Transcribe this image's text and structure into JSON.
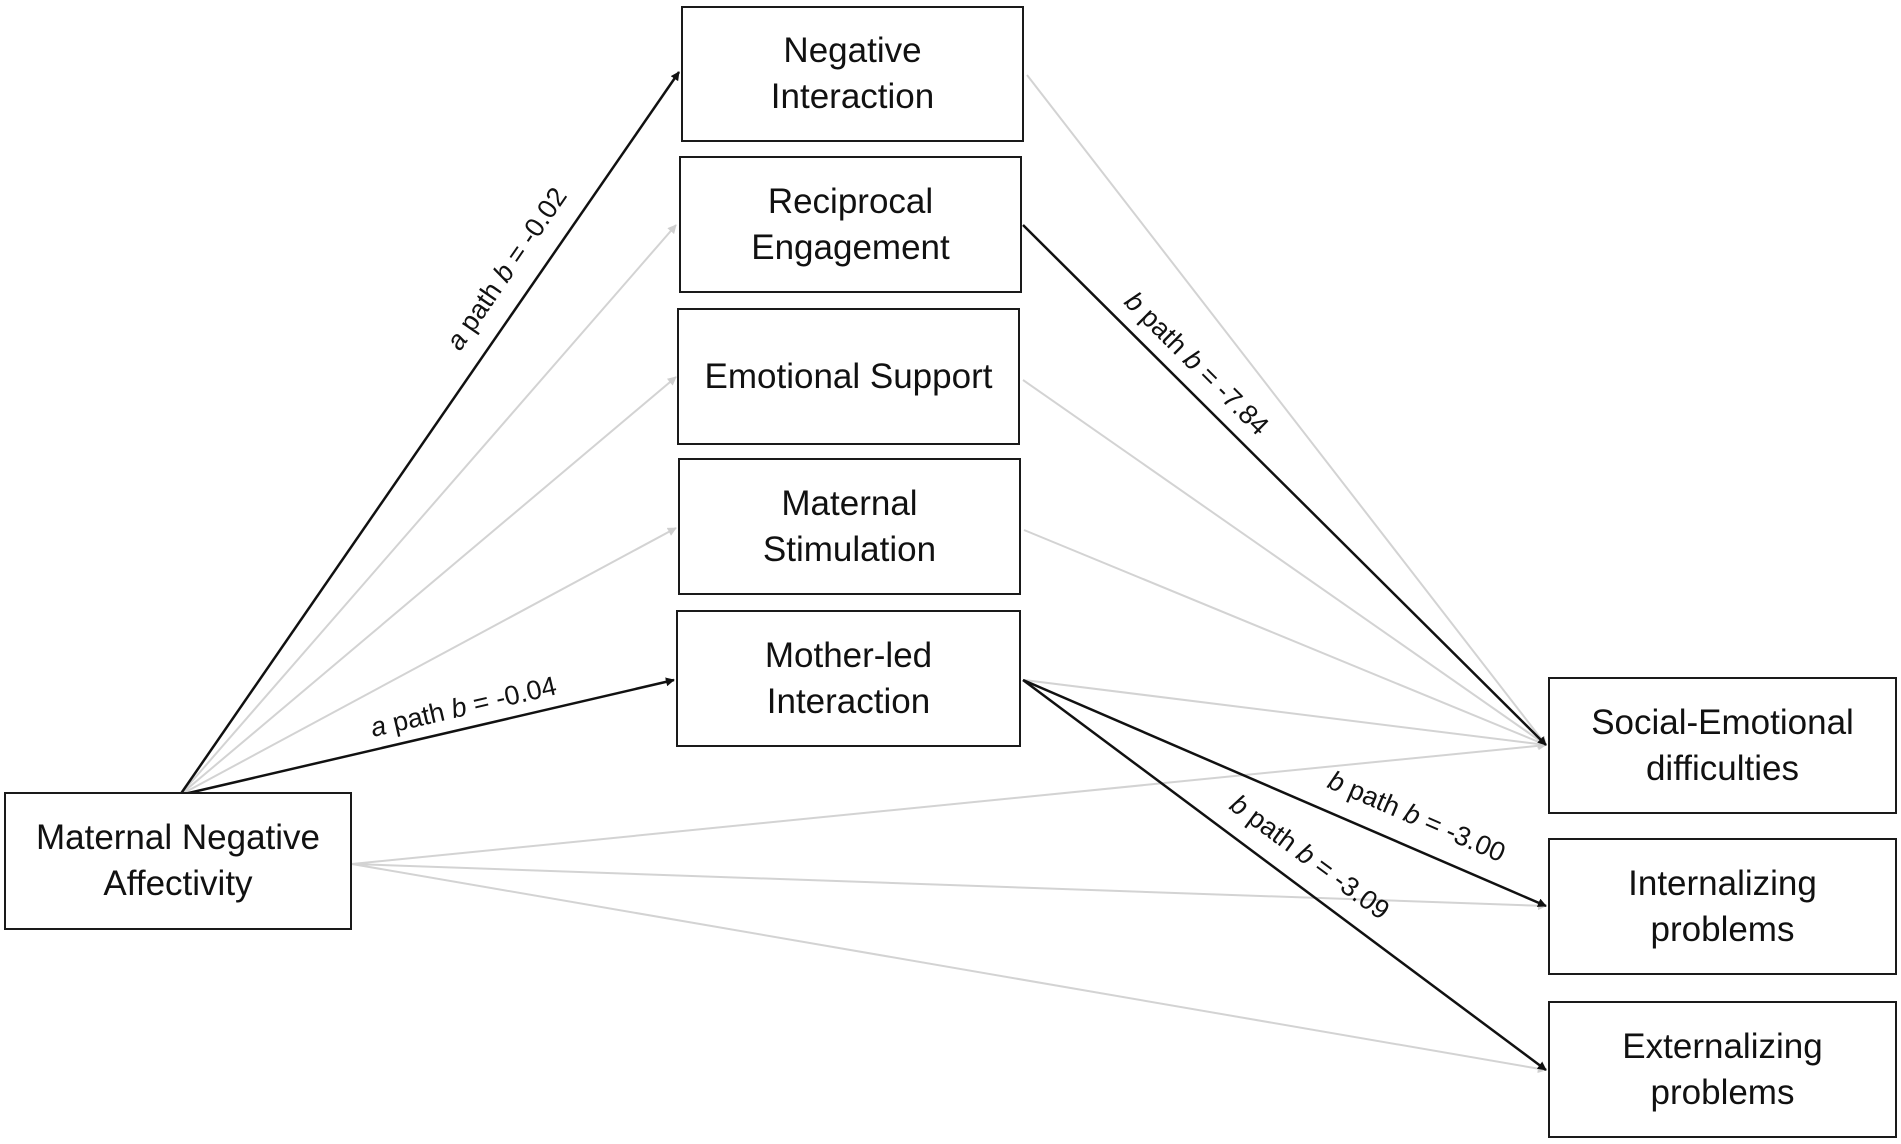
{
  "diagram": {
    "predictor": {
      "label": "Maternal Negative\nAffectivity"
    },
    "mediators": [
      {
        "label": "Negative\nInteraction"
      },
      {
        "label": "Reciprocal\nEngagement"
      },
      {
        "label": "Emotional Support"
      },
      {
        "label": "Maternal\nStimulation"
      },
      {
        "label": "Mother-led\nInteraction"
      }
    ],
    "outcomes": [
      {
        "label": "Social-Emotional\ndifficulties"
      },
      {
        "label": "Internalizing\nproblems"
      },
      {
        "label": "Externalizing\nproblems"
      }
    ],
    "paths": {
      "a_negative": {
        "letter": "a",
        "text": " path ",
        "coef": "b",
        "value": " = -0.02"
      },
      "a_mother": {
        "letter": "a",
        "text": " path ",
        "coef": "b",
        "value": " = -0.04"
      },
      "b_recip_sed": {
        "letter": "b",
        "text": " path ",
        "coef": "b",
        "value": " = -7.84"
      },
      "b_mother_int": {
        "letter": "b",
        "text": " path ",
        "coef": "b",
        "value": " = -3.00"
      },
      "b_mother_ext": {
        "letter": "b",
        "text": " path ",
        "coef": "b",
        "value": " = -3.09"
      }
    },
    "colors": {
      "significant": "#111111",
      "nonsignificant": "#d3d3d3"
    }
  }
}
